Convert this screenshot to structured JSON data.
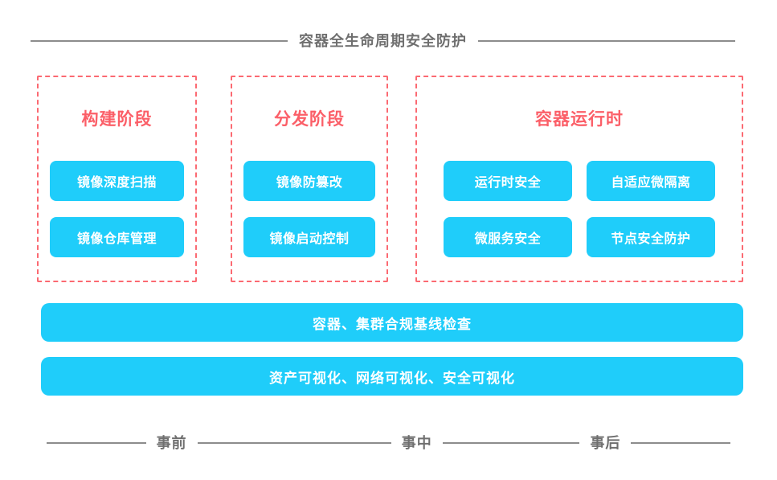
{
  "header": {
    "title": "容器全生命周期安全防护",
    "rule_color": "#8c8c8c",
    "text_color": "#6f6f6f"
  },
  "theme": {
    "accent_blue": "#1fcdfa",
    "accent_red": "#fb6a72",
    "title_red": "#fb5f68",
    "background": "#ffffff",
    "chip_text": "#ffffff"
  },
  "panels": [
    {
      "id": "build",
      "title": "构建阶段",
      "rows": [
        [
          "镜像深度扫描"
        ],
        [
          "镜像仓库管理"
        ]
      ]
    },
    {
      "id": "distribution",
      "title": "分发阶段",
      "rows": [
        [
          "镜像防篡改"
        ],
        [
          "镜像启动控制"
        ]
      ]
    },
    {
      "id": "runtime",
      "title": "容器运行时",
      "rows": [
        [
          "运行时安全",
          "自适应微隔离"
        ],
        [
          "微服务安全",
          "节点安全防护"
        ]
      ]
    }
  ],
  "bars": [
    {
      "id": "compliance-baseline",
      "label": "容器、集群合规基线检查"
    },
    {
      "id": "visualization",
      "label": "资产可视化、网络可视化、安全可视化"
    }
  ],
  "timeline": {
    "stages": [
      {
        "id": "before",
        "label": "事前"
      },
      {
        "id": "during",
        "label": "事中"
      },
      {
        "id": "after",
        "label": "事后"
      }
    ]
  }
}
